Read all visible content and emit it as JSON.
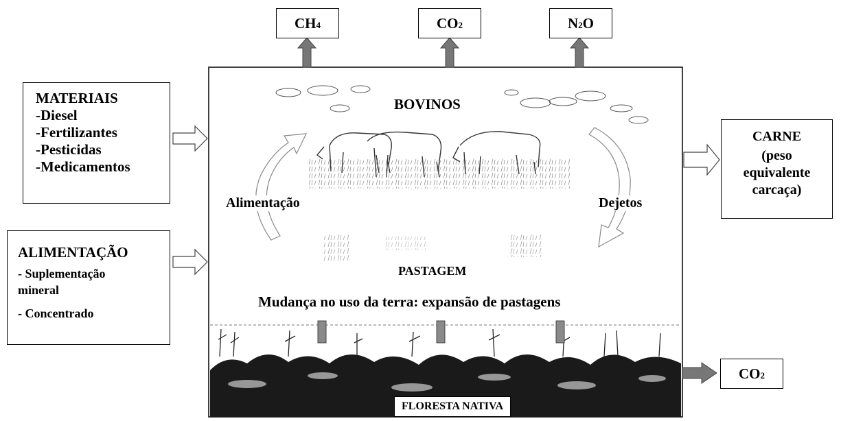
{
  "emissions_top": [
    {
      "base": "CH",
      "sub": "4",
      "tail": ""
    },
    {
      "base": "CO",
      "sub": "2",
      "tail": ""
    },
    {
      "base": "N",
      "sub": "2",
      "tail": "O"
    }
  ],
  "emission_forest": {
    "base": "CO",
    "sub": "2"
  },
  "inputs": {
    "materiais": {
      "title": "MATERIAIS",
      "items": [
        "-Diesel",
        "-Fertilizantes",
        "-Pesticidas",
        "-Medicamentos"
      ]
    },
    "alimentacao": {
      "title": "ALIMENTAÇÃO",
      "items": [
        "- Suplementação",
        "mineral",
        "- Concentrado"
      ]
    }
  },
  "output": {
    "lines": [
      "CARNE",
      "(peso",
      "equivalente",
      "carcaça)"
    ]
  },
  "system": {
    "bovinos": "BOVINOS",
    "alimentacao": "Alimentação",
    "dejetos": "Dejetos",
    "pastagem": "PASTAGEM",
    "land_use_change": "Mudança no uso da terra: expansão de pastagens",
    "floresta": "FLORESTA NATIVA"
  },
  "colors": {
    "gas_arrow": "#777777",
    "cycle_arrow": "#ffffff",
    "forest_dark": "#1a1a1a"
  }
}
